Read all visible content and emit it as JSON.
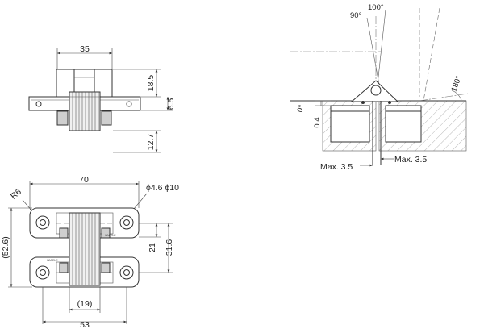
{
  "side_view": {
    "dim_width": "35",
    "dim_height_top": "18.5",
    "dim_plate": "6.5",
    "dim_height_bottom": "12.7"
  },
  "top_view": {
    "dim_length": "70",
    "dim_radius": "R6",
    "dim_holes": "ϕ4.6 ϕ10",
    "dim_total_height": "(52.6)",
    "dim_gap": "21",
    "dim_inner": "31.6",
    "dim_body_width": "(19)",
    "dim_bottom": "53",
    "brand_label_1": "HAFELE",
    "brand_label_2": "HAFELE"
  },
  "motion_view": {
    "angle_90": "90°",
    "angle_100": "100°",
    "angle_180": "180°",
    "angle_0": "0°",
    "dim_recess": "0.4",
    "dim_max_left": "Max. 3.5",
    "dim_max_right": "Max. 3.5"
  }
}
